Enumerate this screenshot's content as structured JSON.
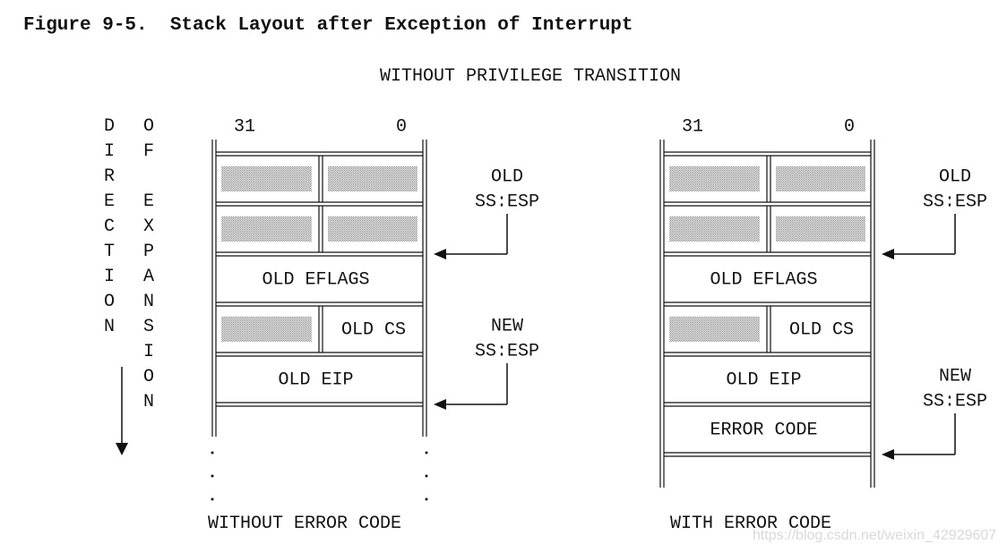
{
  "figure_title": "Figure 9-5.  Stack Layout after Exception of Interrupt",
  "subtitle": "WITHOUT PRIVILEGE TRANSITION",
  "direction_label": {
    "col1": [
      "D",
      "I",
      "R",
      "E",
      "C",
      "T",
      "I",
      "O",
      "N"
    ],
    "col2": [
      "O",
      "F",
      " ",
      "E",
      "X",
      "P",
      "A",
      "N",
      "S",
      "I",
      "O",
      "N"
    ]
  },
  "bit_high": "31",
  "bit_low": "0",
  "left_stack": {
    "caption": "WITHOUT ERROR CODE",
    "rows": [
      {
        "kind": "split",
        "left": "",
        "right": "",
        "left_shaded": true,
        "right_shaded": true
      },
      {
        "kind": "split",
        "left": "",
        "right": "",
        "left_shaded": true,
        "right_shaded": true
      },
      {
        "kind": "full",
        "text": "OLD EFLAGS"
      },
      {
        "kind": "split",
        "left": "",
        "right": "OLD CS",
        "left_shaded": true,
        "right_shaded": false
      },
      {
        "kind": "full",
        "text": "OLD EIP"
      }
    ],
    "old_pointer": {
      "line1": "OLD",
      "line2": "SS:ESP"
    },
    "new_pointer": {
      "line1": "NEW",
      "line2": "SS:ESP"
    }
  },
  "right_stack": {
    "caption": "WITH ERROR CODE",
    "rows": [
      {
        "kind": "split",
        "left": "",
        "right": "",
        "left_shaded": true,
        "right_shaded": true
      },
      {
        "kind": "split",
        "left": "",
        "right": "",
        "left_shaded": true,
        "right_shaded": true
      },
      {
        "kind": "full",
        "text": "OLD EFLAGS"
      },
      {
        "kind": "split",
        "left": "",
        "right": "OLD CS",
        "left_shaded": true,
        "right_shaded": false
      },
      {
        "kind": "full",
        "text": "OLD EIP"
      },
      {
        "kind": "full",
        "text": "ERROR CODE"
      }
    ],
    "old_pointer": {
      "line1": "OLD",
      "line2": "SS:ESP"
    },
    "new_pointer": {
      "line1": "NEW",
      "line2": "SS:ESP"
    }
  },
  "watermark": "https://blog.csdn.net/weixin_42929607"
}
